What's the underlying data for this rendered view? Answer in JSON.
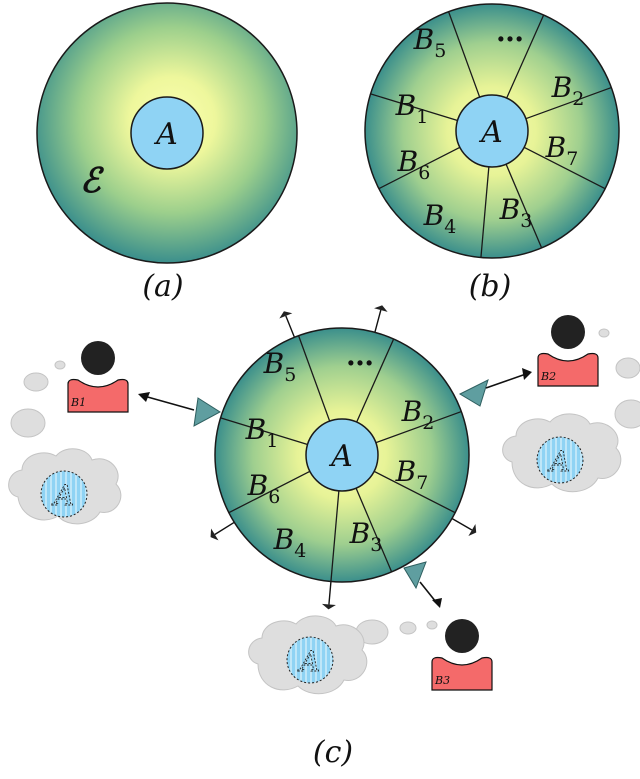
{
  "panels": {
    "a": {
      "caption": "(a)",
      "center": "A",
      "environment": "ℰ"
    },
    "b": {
      "caption": "(b)",
      "center": "A",
      "wedges": [
        "B5",
        "…",
        "B2",
        "B7",
        "B3",
        "B4",
        "B6",
        "B1"
      ]
    },
    "c": {
      "caption": "(c)",
      "center": "A",
      "wedges": [
        "B5",
        "…",
        "B2",
        "B7",
        "B3",
        "B4",
        "B6",
        "B1"
      ],
      "users": [
        {
          "label": "B1",
          "cloud_text": "A"
        },
        {
          "label": "B2",
          "cloud_text": "A"
        },
        {
          "label": "B3",
          "cloud_text": "A"
        }
      ]
    }
  },
  "colors": {
    "field_inner": "#f5fb9c",
    "field_outer": "#3a8c8a",
    "center_fill": "#8fd3f4",
    "user_fill": "#f46a6a",
    "head_fill": "#222222",
    "cloud_fill": "#dcdcdc",
    "antenna_fill": "#5f9ea0"
  }
}
